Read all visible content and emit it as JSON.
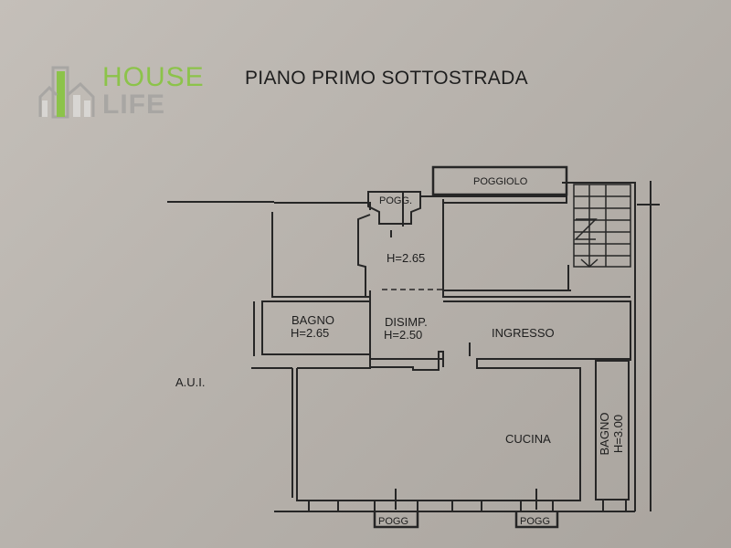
{
  "title": "PIANO PRIMO SOTTOSTRADA",
  "logo": {
    "word1": "HOUSE",
    "word2": "LIFE",
    "tagline": "",
    "accent_color": "#8cc34a"
  },
  "rooms": {
    "pogg_top_small": "POGG.",
    "poggiolo": "POGGIOLO",
    "main_height": "H=2.65",
    "bagno_left": "BAGNO",
    "bagno_left_height": "H=2.65",
    "disimp": "DISIMP.",
    "disimp_height": "H=2.50",
    "ingresso": "INGRESSO",
    "cucina": "CUCINA",
    "bagno_right": "BAGNO",
    "bagno_right_height": "H=3.00",
    "pogg_bottom_1": "POGG",
    "pogg_bottom_2": "POGG",
    "aui": "A.U.I."
  }
}
